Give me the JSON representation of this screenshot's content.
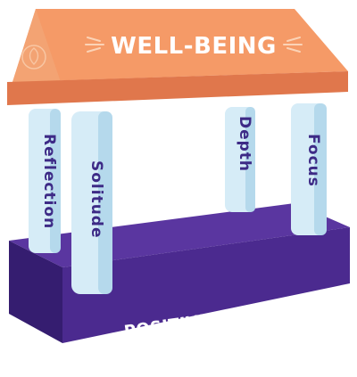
{
  "roof": {
    "label": "WELL-BEING",
    "color": "#f59a67",
    "shade": "#e0774c"
  },
  "columns": [
    {
      "id": "reflection",
      "label": "Reflection"
    },
    {
      "id": "solitude",
      "label": "Solitude"
    },
    {
      "id": "depth",
      "label": "Depth"
    },
    {
      "id": "focus",
      "label": "Focus"
    }
  ],
  "base": {
    "label": "POSITIVE SELF-CONCEPT",
    "color": "#4b2a8f",
    "shade": "#351d70"
  },
  "colors": {
    "column": "#d6ecf7",
    "column_shade": "#a9d1e6",
    "text": "#3d2a86"
  }
}
